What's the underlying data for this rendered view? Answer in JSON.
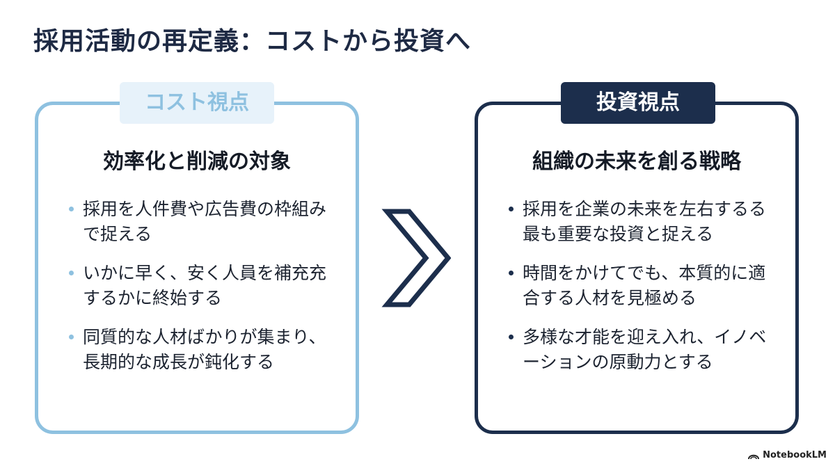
{
  "title": "採用活動の再定義：コストから投資へ",
  "panels": {
    "cost": {
      "tag": "コスト視点",
      "heading": "効率化と削減の対象",
      "bullets": [
        "採用を人件費や広告費の枠組みで捉える",
        "いかに早く、安く人員を補充充するかに終始する",
        "同質的な人材ばかりが集まり、長期的な成長が鈍化する"
      ],
      "accent_color": "#8ec1e0"
    },
    "invest": {
      "tag": "投資視点",
      "heading": "組織の未来を創る戦略",
      "bullets": [
        "採用を企業の未来を左右するる最も重要な投資と捉える",
        "時間をかけてでも、本質的に適合する人材を見極める",
        "多様な才能を迎え入れ、イノベーションの原動力とする"
      ],
      "accent_color": "#1c2e4c"
    }
  },
  "arrow_icon": "chevron-right-icon",
  "footer": {
    "brand": "NotebookLM",
    "brand_icon": "notebooklm-logo-icon"
  }
}
